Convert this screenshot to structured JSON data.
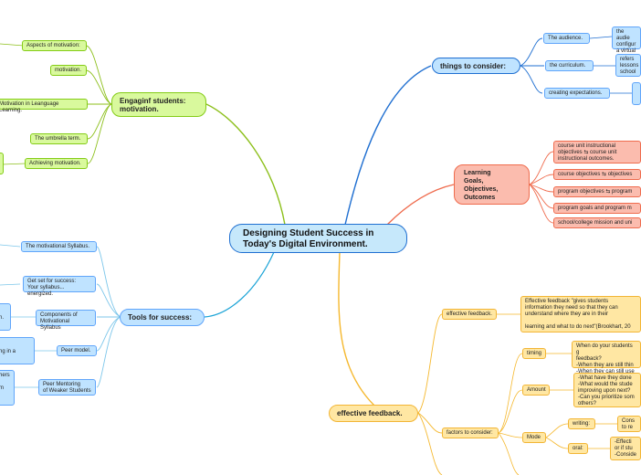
{
  "center": {
    "label": "Designing Student Success in\nToday's Digital Environment."
  },
  "engage": {
    "label": "Engaginf students:\nmotivation.",
    "items": [
      "Aspects of motivation:",
      "motivation.",
      "Motivation in Leanguage Learning.",
      "The umbrella term.",
      "Achieving motivation."
    ]
  },
  "tools": {
    "label": "Tools for success:",
    "items": [
      "The motivational Syllabus.",
      "Get set for success:\nYour syllabus... energized.",
      "Components of\nMotivational Syllabus",
      "Peer model.",
      "Peer Mentoring\nof Weaker Students"
    ],
    "cut": [
      "n.",
      "ng in a",
      "hers\n\nm"
    ]
  },
  "things": {
    "label": "things to consider:",
    "items": [
      "The audience.",
      "the curriculum.",
      "creating expectations."
    ],
    "details": [
      "the audie\nconfigur\na virtual",
      "refers\nlessons\nschool"
    ]
  },
  "goals": {
    "label": "Learning\nGoals,\nObjectives,\nOutcomes",
    "items": [
      "course unit instructional\nobjectives ⇆ course unit\ninstructional outcomes.",
      "course objectives ⇆ objectives",
      "program objectives ⇆ program",
      "program goals and program m",
      "school/college mission and uni"
    ]
  },
  "feedback": {
    "label": "effective feedback.",
    "effective": "effective feedback.",
    "quote": "Effective feedback \"gives students\ninformation they need so that they can\nunderstand where they are in their\n\nlearning and what to do next\"(Brookhart, 20",
    "factors": "factors to consider:",
    "timing": "timing",
    "timing_text": "When do your students g\nfeedback?\n-When they are still thin\n-When they can still use",
    "amount": "Amount",
    "amount_text": "-What have they done\n-What would the stude\nimproving upon next?\n-Can you prioritize som\nothers?",
    "mode": "Mode",
    "writing": "writing:",
    "writing_text": "Cons\nto re",
    "oral": "oral:",
    "oral_text": "-Effecti\nor if stu\n-Conside"
  },
  "colors": {
    "green": "#8cbf1a",
    "blue_dark": "#1f6fd1",
    "blue_light": "#7cc6ea",
    "red": "#ef6b4d",
    "yellow": "#f5b82e"
  }
}
